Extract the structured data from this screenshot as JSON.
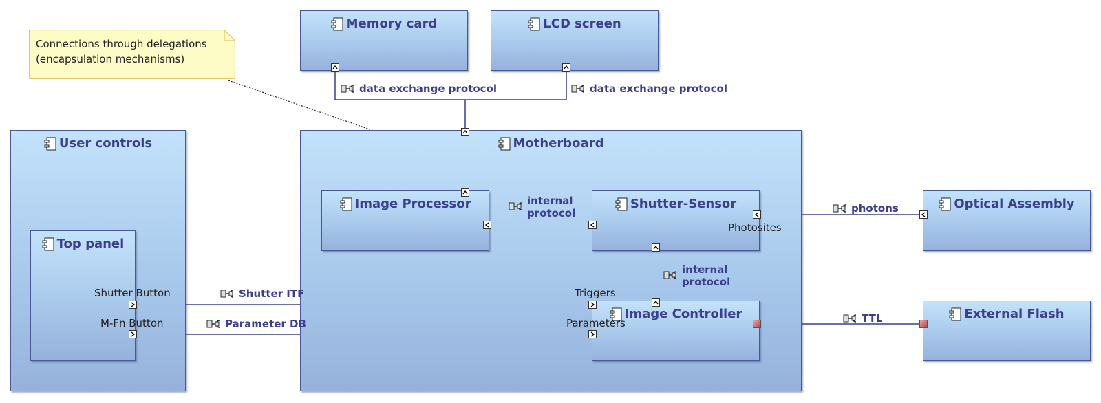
{
  "note": {
    "line1": "Connections through delegations",
    "line2": "(encapsulation mechanisms)"
  },
  "components": {
    "memory_card": "Memory card",
    "lcd_screen": "LCD screen",
    "user_controls": "User controls",
    "top_panel": "Top panel",
    "motherboard": "Motherboard",
    "image_processor": "Image Processor",
    "shutter_sensor": "Shutter-Sensor",
    "image_controller": "Image Controller",
    "optical_assembly": "Optical Assembly",
    "external_flash": "External Flash"
  },
  "ports": {
    "shutter_button": "Shutter Button",
    "mfn_button": "M-Fn Button",
    "triggers": "Triggers",
    "parameters": "Parameters",
    "photosites": "Photosites"
  },
  "connectors": {
    "data_exchange_1": "data exchange protocol",
    "data_exchange_2": "data exchange protocol",
    "internal_1_line1": "internal",
    "internal_1_line2": "protocol",
    "internal_2_line1": "internal",
    "internal_2_line2": "protocol",
    "photons": "photons",
    "shutter_itf": "Shutter ITF",
    "parameter_db": "Parameter DB",
    "ttl": "TTL"
  },
  "colors": {
    "component_border": "#4a5796",
    "title_text": "#3b3f8e",
    "line": "#3b3f8e",
    "note_fill": "#fdfbc6",
    "note_border": "#e8c36a"
  }
}
